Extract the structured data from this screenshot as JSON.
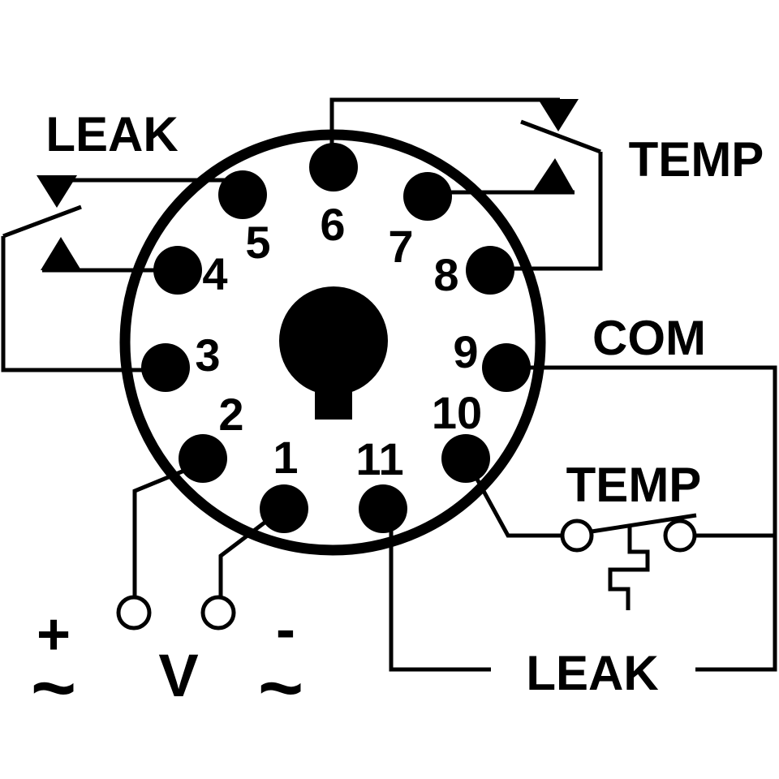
{
  "labels": {
    "leak_top": "LEAK",
    "temp_top": "TEMP",
    "com": "COM",
    "temp_bottom": "TEMP",
    "leak_bottom": "LEAK",
    "plus": "+",
    "minus": "-",
    "volt": "V",
    "ac_left": "~",
    "ac_right": "~"
  },
  "pins": [
    "1",
    "2",
    "3",
    "4",
    "5",
    "6",
    "7",
    "8",
    "9",
    "10",
    "11"
  ]
}
